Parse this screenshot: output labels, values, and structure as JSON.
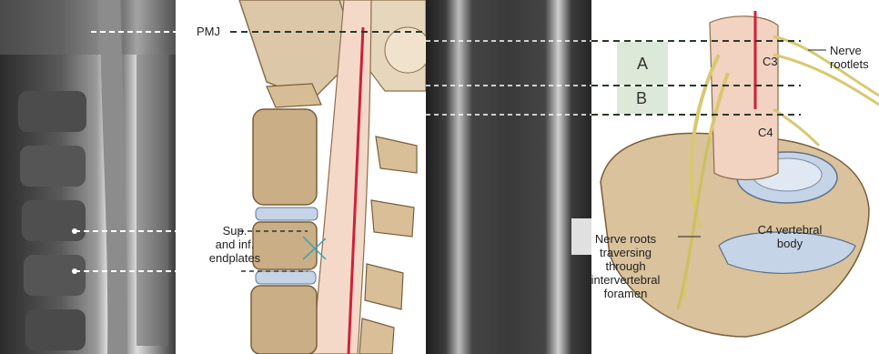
{
  "labels": {
    "pmj": "PMJ",
    "endplates_line1": "Sup.",
    "endplates_line2": "and inf.",
    "endplates_line3": "endplates",
    "segment_a": "A",
    "segment_b": "B",
    "c3": "C3",
    "c4": "C4",
    "nerve_rootlets_line1": "Nerve",
    "nerve_rootlets_line2": "rootlets",
    "c4_body_line1": "C4 vertebral",
    "c4_body_line2": "body",
    "nerve_roots_line1": "Nerve roots",
    "nerve_roots_line2": "traversing",
    "nerve_roots_line3": "through",
    "nerve_roots_line4": "intervertebral",
    "nerve_roots_line5": "foramen"
  },
  "colors": {
    "spinal_line_red": "#d0203a",
    "bone_tan": "#dcc8a8",
    "bone_dark": "#a8875e",
    "cord_pink": "#f4d9c8",
    "disc_blue": "#c5d4e6",
    "segment_box_green": "#dde9d8",
    "dashed_dark": "#2a3a2a"
  }
}
